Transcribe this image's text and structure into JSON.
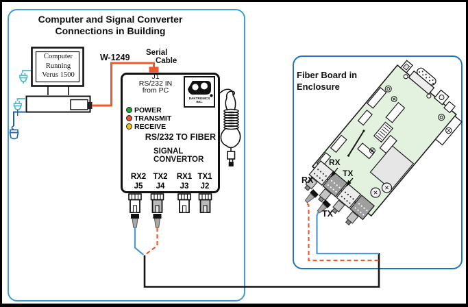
{
  "diagram": {
    "building": {
      "title_line1": "Computer and Signal Converter",
      "title_line2": "Connections in Building"
    },
    "computer": {
      "screen_line1": "Computer",
      "screen_line2": "Running",
      "screen_line3": "Verus 1500"
    },
    "serial": {
      "wire_label": "W-1249",
      "cable_label_line1": "Serial",
      "cable_label_line2": "Cable"
    },
    "converter": {
      "jack_line1": "J1",
      "jack_line2": "RS/232 IN",
      "jack_line3": "from PC",
      "logo_line1": "DAKTRONICS",
      "logo_line2": "INC.",
      "leds": [
        {
          "label": "POWER",
          "color": "#1fa33c"
        },
        {
          "label": "TRANSMIT",
          "color": "#e8522a"
        },
        {
          "label": "RECEIVE",
          "color": "#f2c410"
        }
      ],
      "subtitle": "RS/232 TO FIBER",
      "name_line1": "SIGNAL",
      "name_line2": "CONVERTOR",
      "ports": [
        {
          "signal": "RX2",
          "jack": "J5"
        },
        {
          "signal": "TX2",
          "jack": "J4"
        },
        {
          "signal": "RX1",
          "jack": "J3"
        },
        {
          "signal": "TX1",
          "jack": "J2"
        }
      ]
    },
    "enclosure": {
      "title_line1": "Fiber Board in",
      "title_line2": "Enclosure",
      "board_rx_label": "RX",
      "board_tx_label": "TX",
      "plug_rx_label": "RX",
      "plug_tx_label": "TX"
    },
    "colors": {
      "building_border": "#3f9bd3",
      "enclosure_border": "#1e74b8",
      "serial_cable_orange": "#ee5a2d",
      "fiber_blue": "#4d9ad2",
      "fiber_orange_dashed": "#ee5a2d",
      "trunk_cable_black": "#141414",
      "accessory_teal": "#4cb9c6",
      "mouse_blue": "#1d5fae",
      "board_green": "#e3f1df"
    }
  }
}
